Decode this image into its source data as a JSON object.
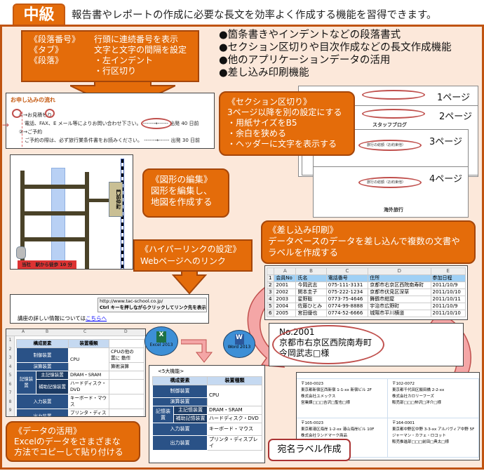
{
  "header": {
    "level": "中級",
    "description": "報告書やレポートの作成に必要な長文を効率よく作成する機能を習得できます。"
  },
  "colors": {
    "accent": "#e46c0a",
    "panel_bg": "#fce8da",
    "border": "#c0530f",
    "highlight": "#c0504d"
  },
  "paragraph_callout": {
    "rows": [
      {
        "term": "《段落番号》",
        "desc": "行頭に連続番号を表示"
      },
      {
        "term": "《タブ》",
        "desc": "文字と文字の間隔を設定"
      },
      {
        "term": "《段落》",
        "desc": "・左インデント"
      },
      {
        "term": "",
        "desc": "・行区切り"
      }
    ]
  },
  "features": [
    "●箇条書きやインデントなどの段落書式",
    "●セクション区切りや目次作成などの長文作成機能",
    "●他のアプリケーションデータの活用",
    "●差し込み印刷機能"
  ],
  "paragraph_doc": {
    "title": "お申し込みの流れ",
    "item1": "①→お見積もり",
    "line1": "電話、FAX、E メール等によりお問い合わせ下さい。",
    "tab1": "------→------ 出発 40 日前",
    "item2": "②→ご予約",
    "line2": "ご予約の際は、必ず旅行業条件書をお読みください。",
    "tab2": "------→------ 出発 30 日前"
  },
  "section_callout": {
    "title": "《セクション区切り》",
    "lines": [
      "3ページ以降を別の設定にする",
      "・用紙サイズをB5",
      "・余白を狭める",
      "・ヘッダーに文字を表示する"
    ]
  },
  "pages": [
    {
      "label": "1ページ"
    },
    {
      "label": "2ページ",
      "text": "スタッフブログ"
    },
    {
      "label": "3ページ",
      "header": "旅行の総額（お約束他）"
    },
    {
      "label": "4ページ",
      "header": "旅行の総額（お約束他）",
      "text": "海外旅行"
    }
  ],
  "map": {
    "station": "門前仲町",
    "company": "当社　駅から徒歩 10 分"
  },
  "figure_callout": {
    "title": "《図形の編集》",
    "lines": [
      "図形を編集し、",
      "地図を作成する"
    ]
  },
  "hyperlink_callout": {
    "title": "《ハイパーリンクの設定》",
    "lines": [
      "Webページへのリンク"
    ]
  },
  "hyperlink_doc": {
    "tooltip_url": "http://www.tac-school.co.jp/",
    "tooltip_hint": "Ctrl キーを押しながらクリックしてリンク先を表示",
    "text": "講座の詳しい情報については",
    "link": "こちらへ"
  },
  "merge_callout": {
    "title": "《差し込み印刷》",
    "lines": [
      "データベースのデータを差し込んで複数の文書や",
      "ラベルを作成する"
    ]
  },
  "merge_sheet": {
    "cols": [
      "",
      "A",
      "B",
      "C",
      "D",
      "E"
    ],
    "headers": [
      "会員No",
      "氏名",
      "電話番号",
      "住所",
      "参加日程"
    ],
    "rows": [
      [
        "2001",
        "今岡武志",
        "075-111-3131",
        "京都市右京区西院南寿町",
        "2011/10/9"
      ],
      [
        "2002",
        "関本圭子",
        "075-222-1234",
        "京都市伏見区深草",
        "2011/10/10"
      ],
      [
        "2003",
        "星野聡",
        "0773-75-4646",
        "舞鶴市紺屋",
        "2011/10/11"
      ],
      [
        "2004",
        "佐藤ひとみ",
        "0774-99-8888",
        "宇治市広野町",
        "2011/10/9"
      ],
      [
        "2005",
        "宮田優也",
        "0774-52-6666",
        "城陽市平川横道",
        "2011/10/10"
      ]
    ]
  },
  "merge_result": {
    "no": "No.2001",
    "address": "京都市右京区西院南寿町",
    "name": "今岡武志□様"
  },
  "labels": [
    [
      "〒160-0023",
      "東京都新宿区西新宿 1-1-xx 新宿ビル 2F",
      "株式会社ユメックス",
      "営業課□□□吉沢□聖也□様"
    ],
    [
      "〒102-0072",
      "東京都千代田区飯田橋 2-2-xx",
      "株式会社カロリーフーズ",
      "販売部□□□柿沢□洋介□様"
    ],
    [
      "〒105-0023",
      "東京都港区海岸 1-2-xx 港山海岸ビル 10F",
      "株式会社ランドマーク商品",
      ""
    ],
    [
      "〒164-0001",
      "東京都中野区中野 3-3-xx アルバヴィア中野 5F",
      "ジャーマン・カフェ・ロコット",
      "販売推進部□□□前田□典太□様"
    ]
  ],
  "label_caption": "宛名ラベル作成",
  "excel_badge": "Excel 2013",
  "word_badge": "Word 2013",
  "five_table": {
    "caption": "<5大機能>",
    "headers": [
      "構成要素",
      "装置種類"
    ],
    "rows": [
      [
        "制御装置",
        "CPU"
      ],
      [
        "演算装置",
        ""
      ],
      [
        "記憶装置",
        "主記憶装置",
        "DRAM・SRAM"
      ],
      [
        "",
        "補助記憶装置",
        "ハードディスク・DVD"
      ],
      [
        "入力装置",
        "キーボード・マウス"
      ],
      [
        "出力装置",
        "プリンタ・ディスプレイ"
      ]
    ],
    "excel_extra": [
      "CPUの他の",
      "置に 動作",
      "算術演算"
    ],
    "excel_cols": [
      "",
      "A",
      "B",
      "C",
      "D"
    ],
    "excel_rows": [
      "1",
      "2",
      "3",
      "4",
      "5",
      "6",
      "7",
      "8",
      "9"
    ]
  },
  "data_callout": {
    "title": "《データの活用》",
    "lines": [
      "Excelのデータをさまざまな",
      "方法でコピーして貼り付ける"
    ]
  }
}
